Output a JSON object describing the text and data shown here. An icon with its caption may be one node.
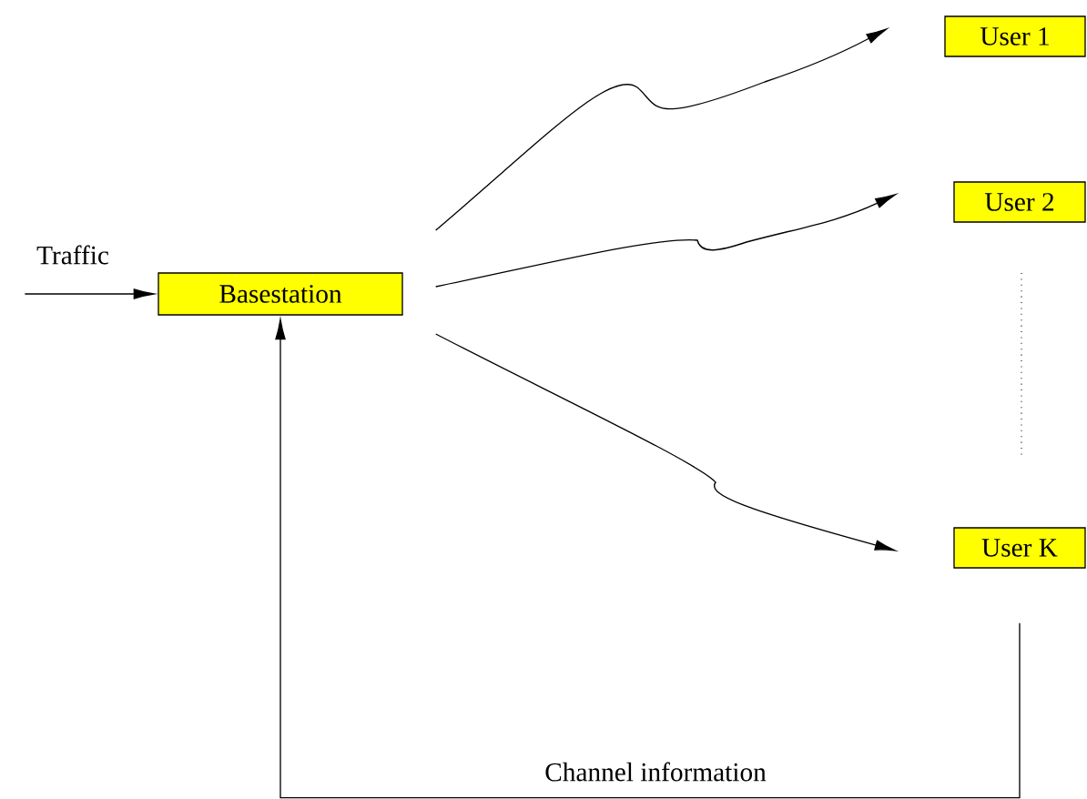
{
  "diagram": {
    "nodes": [
      {
        "text": [
          "User 1"
        ]
      },
      {
        "text": [
          "User 2"
        ]
      },
      {
        "text": [
          "Basestation"
        ]
      },
      {
        "text": [
          "User K"
        ]
      }
    ],
    "edges": [
      {
        "from": 2,
        "to": 0,
        "arrow": "to"
      },
      {
        "from": 2,
        "to": 1,
        "arrow": "to"
      },
      {
        "from": 2,
        "to": 3,
        "arrow": "to"
      },
      {
        "from": null,
        "to": 2,
        "arrow": "to",
        "label": "Traffic"
      },
      {
        "from": 3,
        "to": 2,
        "arrow": "to",
        "label": "Channel information"
      }
    ]
  }
}
